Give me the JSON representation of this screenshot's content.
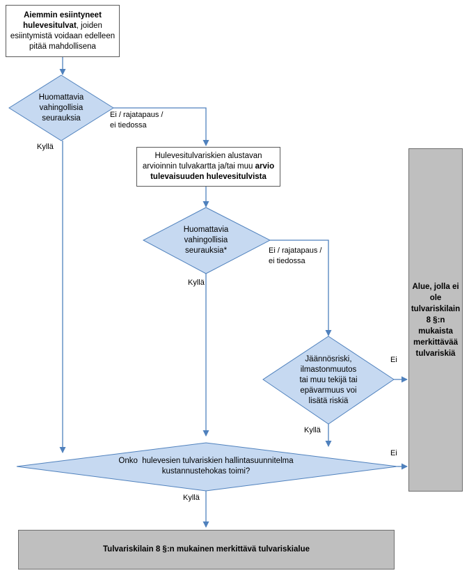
{
  "colors": {
    "diamond_fill": "#c6d9f1",
    "diamond_stroke": "#4f81bd",
    "arrow": "#4f81bd",
    "grey_box": "#bfbfbf"
  },
  "boxes": {
    "start": {
      "bold1": "Aiemmin esiintyneet",
      "bold2": "hulevesitulvat",
      "rest1": ", joiden",
      "line3": "esiintymistä voidaan edelleen",
      "line4": "pitää mahdollisena"
    },
    "assessment": {
      "line1": "Hulevesitulvariskien alustavan",
      "line2_plain": "arvioinnin tulvakartta ja/tai muu ",
      "line2_bold": "arvio",
      "line3_bold": "tulevaisuuden hulevesitulvista"
    },
    "no_risk_area": {
      "lines": [
        "Alue, jolla ei",
        "ole",
        "tulvariskilain",
        "8 §:n",
        "mukaista",
        "merkittävää",
        "tulvariskiä"
      ]
    },
    "risk_area": {
      "text": "Tulvariskilain 8 §:n mukainen merkittävä tulvariskialue"
    }
  },
  "decisions": {
    "d1": {
      "lines": [
        "Huomattavia",
        "vahingollisia",
        "seurauksia"
      ]
    },
    "d2": {
      "lines": [
        "Huomattavia",
        "vahingollisia",
        "seurauksia*"
      ]
    },
    "d3": {
      "lines": [
        "Jäännösriski,",
        "ilmastonmuutos",
        "tai muu tekijä tai",
        "epävarmuus voi",
        "lisätä riskiä"
      ]
    },
    "d4": {
      "lines": [
        "Onko  hulevesien tulvariskien hallintasuunnitelma",
        "kustannustehokas toimi?"
      ]
    }
  },
  "labels": {
    "d1_no_1": "Ei / rajatapaus /",
    "d1_no_2": "ei tiedossa",
    "d1_yes": "Kyllä",
    "d2_no_1": "Ei / rajatapaus /",
    "d2_no_2": "ei tiedossa",
    "d2_yes": "Kyllä",
    "d3_no": "Ei",
    "d3_yes": "Kyllä",
    "d4_no": "Ei",
    "d4_yes": "Kyllä"
  }
}
